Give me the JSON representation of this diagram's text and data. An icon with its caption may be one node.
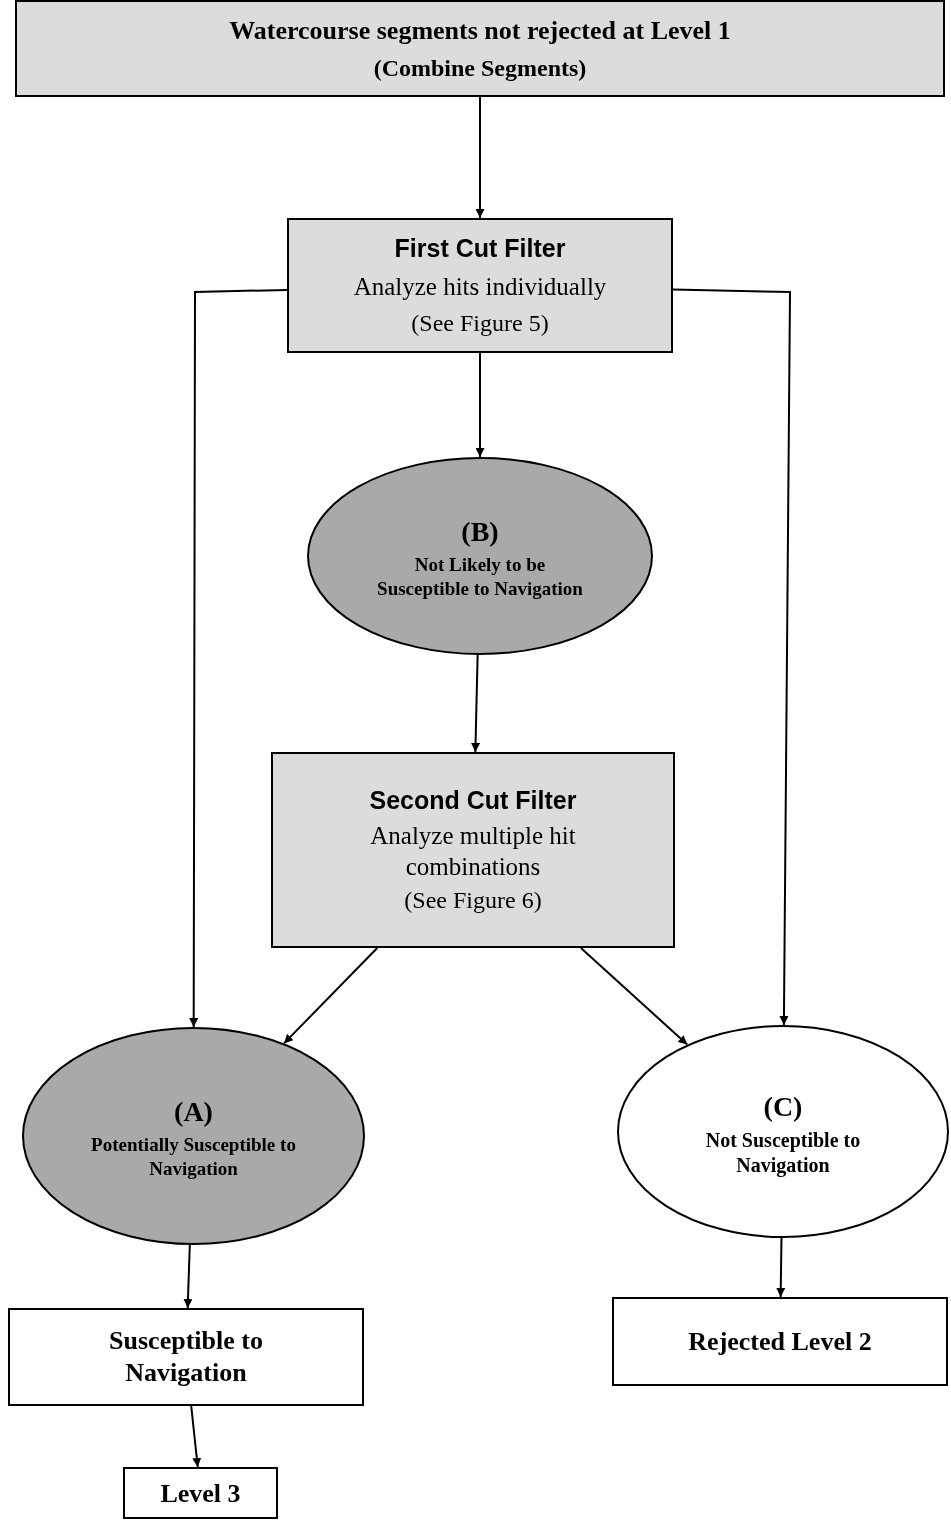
{
  "diagram": {
    "nodes": [
      {
        "text": [
          "Watercourse segments not rejected at Level 1",
          "(Combine Segments)"
        ]
      },
      {
        "text": [
          "First Cut Filter",
          "Analyze hits individually",
          "(See Figure 5)"
        ]
      },
      {
        "text": [
          "(B)",
          "Not Likely to be Susceptible to Navigation"
        ]
      },
      {
        "text": [
          "Second Cut Filter",
          "Analyze multiple hit combinations",
          "(See Figure 6)"
        ]
      },
      {
        "text": [
          "(A)",
          "Potentially Susceptible to Navigation"
        ]
      },
      {
        "text": [
          "(C)",
          "Not Susceptible to Navigation"
        ]
      },
      {
        "text": [
          "Susceptible to Navigation"
        ]
      },
      {
        "text": [
          "Rejected Level 2"
        ]
      },
      {
        "text": [
          "Level 3"
        ]
      }
    ],
    "edges": [
      {
        "from": 0,
        "to": 1,
        "arrow": "to"
      },
      {
        "from": 1,
        "to": 2,
        "arrow": "to"
      },
      {
        "from": 2,
        "to": 3,
        "arrow": "to"
      },
      {
        "from": 1,
        "to": 4,
        "arrow": "to"
      },
      {
        "from": 1,
        "to": 5,
        "arrow": "to"
      },
      {
        "from": 3,
        "to": 4,
        "arrow": "to"
      },
      {
        "from": 3,
        "to": 5,
        "arrow": "to"
      },
      {
        "from": 4,
        "to": 6,
        "arrow": "to"
      },
      {
        "from": 5,
        "to": 7,
        "arrow": "to"
      },
      {
        "from": 6,
        "to": 8,
        "arrow": "to"
      }
    ]
  }
}
